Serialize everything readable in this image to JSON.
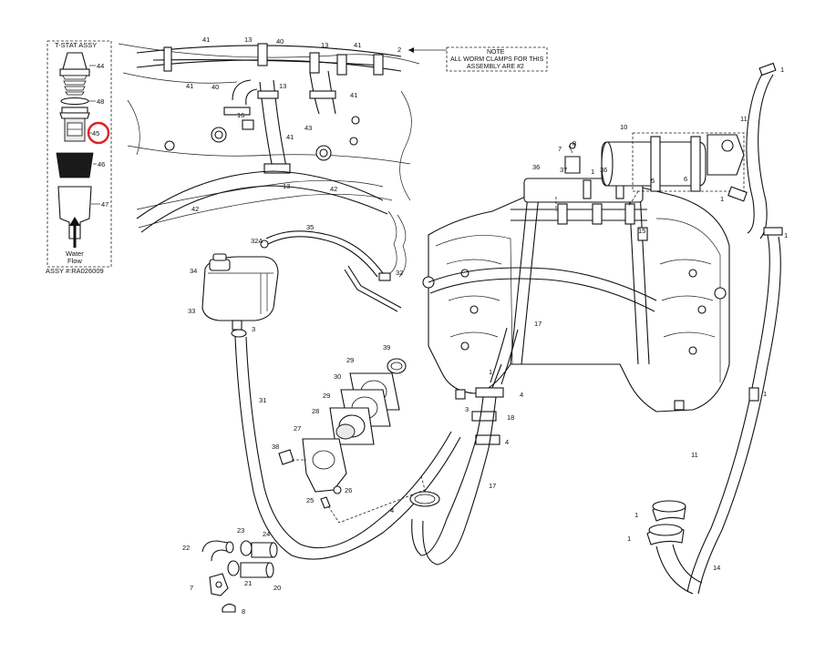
{
  "tstat": {
    "title": "T-STAT ASSY",
    "flow_line1": "Water",
    "flow_line2": "Flow",
    "assy_number": "ASSY #:RA026009"
  },
  "note": {
    "line1": "NOTE",
    "line2": "ALL WORM CLAMPS FOR THIS",
    "line3": "ASSEMBLY ARE #2"
  },
  "callouts": {
    "c44": "44",
    "c48": "48",
    "c45": "45",
    "c46": "46",
    "c47": "47",
    "c41a": "41",
    "c13a": "13",
    "c40a": "40",
    "c13b": "13",
    "c41b": "41",
    "c2": "2",
    "c41c": "41",
    "c40b": "40",
    "c13c": "13",
    "c41d": "41",
    "c16": "16",
    "c43": "43",
    "c41e": "41",
    "c13d": "13",
    "c42a": "42",
    "c42b": "42",
    "c8a": "8",
    "c7a": "7",
    "c10": "10",
    "c37": "37",
    "c36a": "36",
    "c36b": "36",
    "c1a": "1",
    "c5": "5",
    "c6": "6",
    "c15": "15",
    "c17a": "17",
    "c1b": "1",
    "c11a": "11",
    "c1c": "1",
    "c1d": "1",
    "c35": "35",
    "c32a": "32A",
    "c32": "32",
    "c34": "34",
    "c33": "33",
    "c3a": "3",
    "c39": "39",
    "c29a": "29",
    "c30": "30",
    "c29b": "29",
    "c28": "28",
    "c27": "27",
    "c38": "38",
    "c26": "26",
    "c25": "25",
    "c31": "31",
    "c4a": "4",
    "c3b": "3",
    "c18": "18",
    "c4b": "4",
    "c4c": "4",
    "c17b": "17",
    "c11b": "11",
    "c1e": "1",
    "c1f": "1",
    "c1g": "1",
    "c14": "14",
    "c1h": "1",
    "c22": "22",
    "c23": "23",
    "c24": "24",
    "c21": "21",
    "c20": "20",
    "c7b": "7",
    "c8b": "8"
  },
  "colors": {
    "highlight": "#e02020",
    "ink": "#111111",
    "gasket": "#1a1a1a"
  }
}
